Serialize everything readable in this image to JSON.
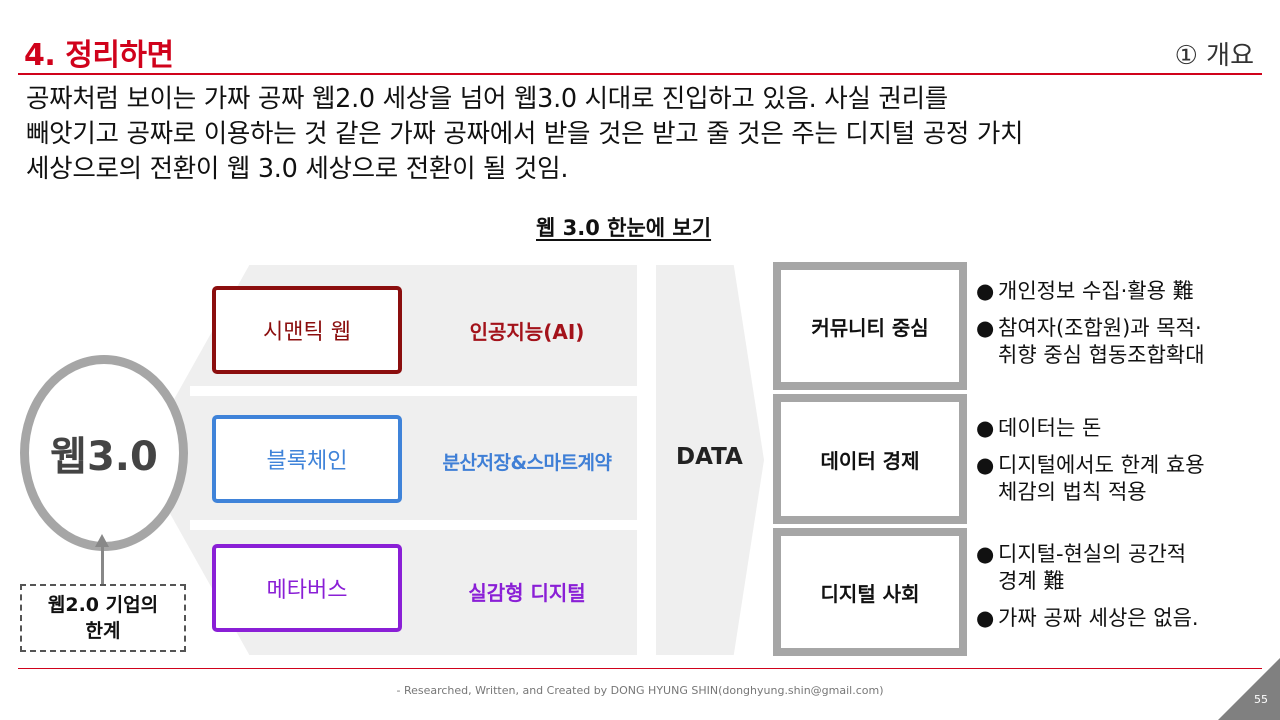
{
  "header": {
    "title": "4. 정리하면",
    "subtitle": "① 개요"
  },
  "intro_lines": [
    "공짜처럼 보이는 가짜 공짜 웹2.0 세상을 넘어 웹3.0 시대로 진입하고 있음. 사실 권리를",
    "빼앗기고 공짜로 이용하는 것 같은 가짜 공짜에서 받을 것은 받고 줄 것은 주는 디지털 공정 가치",
    "세상으로의 전환이 웹 3.0 세상으로 전환이 될 것임."
  ],
  "diagram": {
    "title": "웹 3.0 한눈에 보기",
    "center_label": "웹3.0",
    "limit_label_line1": "웹2.0 기업의",
    "limit_label_line2": "한계",
    "data_label": "DATA",
    "technologies": [
      {
        "name": "시맨틱 웹",
        "sub": "인공지능(AI)",
        "color": "#8b0e0e",
        "sub_color": "#a3121a"
      },
      {
        "name": "블록체인",
        "sub": "분산저장&스마트계약",
        "color": "#3f83d9",
        "sub_color": "#3f7fd6"
      },
      {
        "name": "메타버스",
        "sub": "실감형 디지털",
        "color": "#8a1fd6",
        "sub_color": "#8a1fd6"
      }
    ],
    "results": [
      {
        "name": "커뮤니티 중심",
        "bullets": [
          "개인정보 수집·활용 難",
          "참여자(조합원)과 목적·\n취향 중심 협동조합확대"
        ]
      },
      {
        "name": "데이터 경제",
        "bullets": [
          "데이터는 돈",
          "디지털에서도 한계 효용\n체감의 법칙 적용"
        ]
      },
      {
        "name": "디지털 사회",
        "bullets": [
          "디지털-현실의 공간적\n경계 難",
          "가짜 공짜 세상은 없음."
        ]
      }
    ],
    "bullet_glyph": "●"
  },
  "footer": {
    "credit": "- Researched, Written, and Created by DONG HYUNG SHIN(donghyung.shin@gmail.com)",
    "page_number": "55"
  },
  "colors": {
    "accent": "#d0021b",
    "ring": "#a6a6a6",
    "band": "#efefef"
  }
}
